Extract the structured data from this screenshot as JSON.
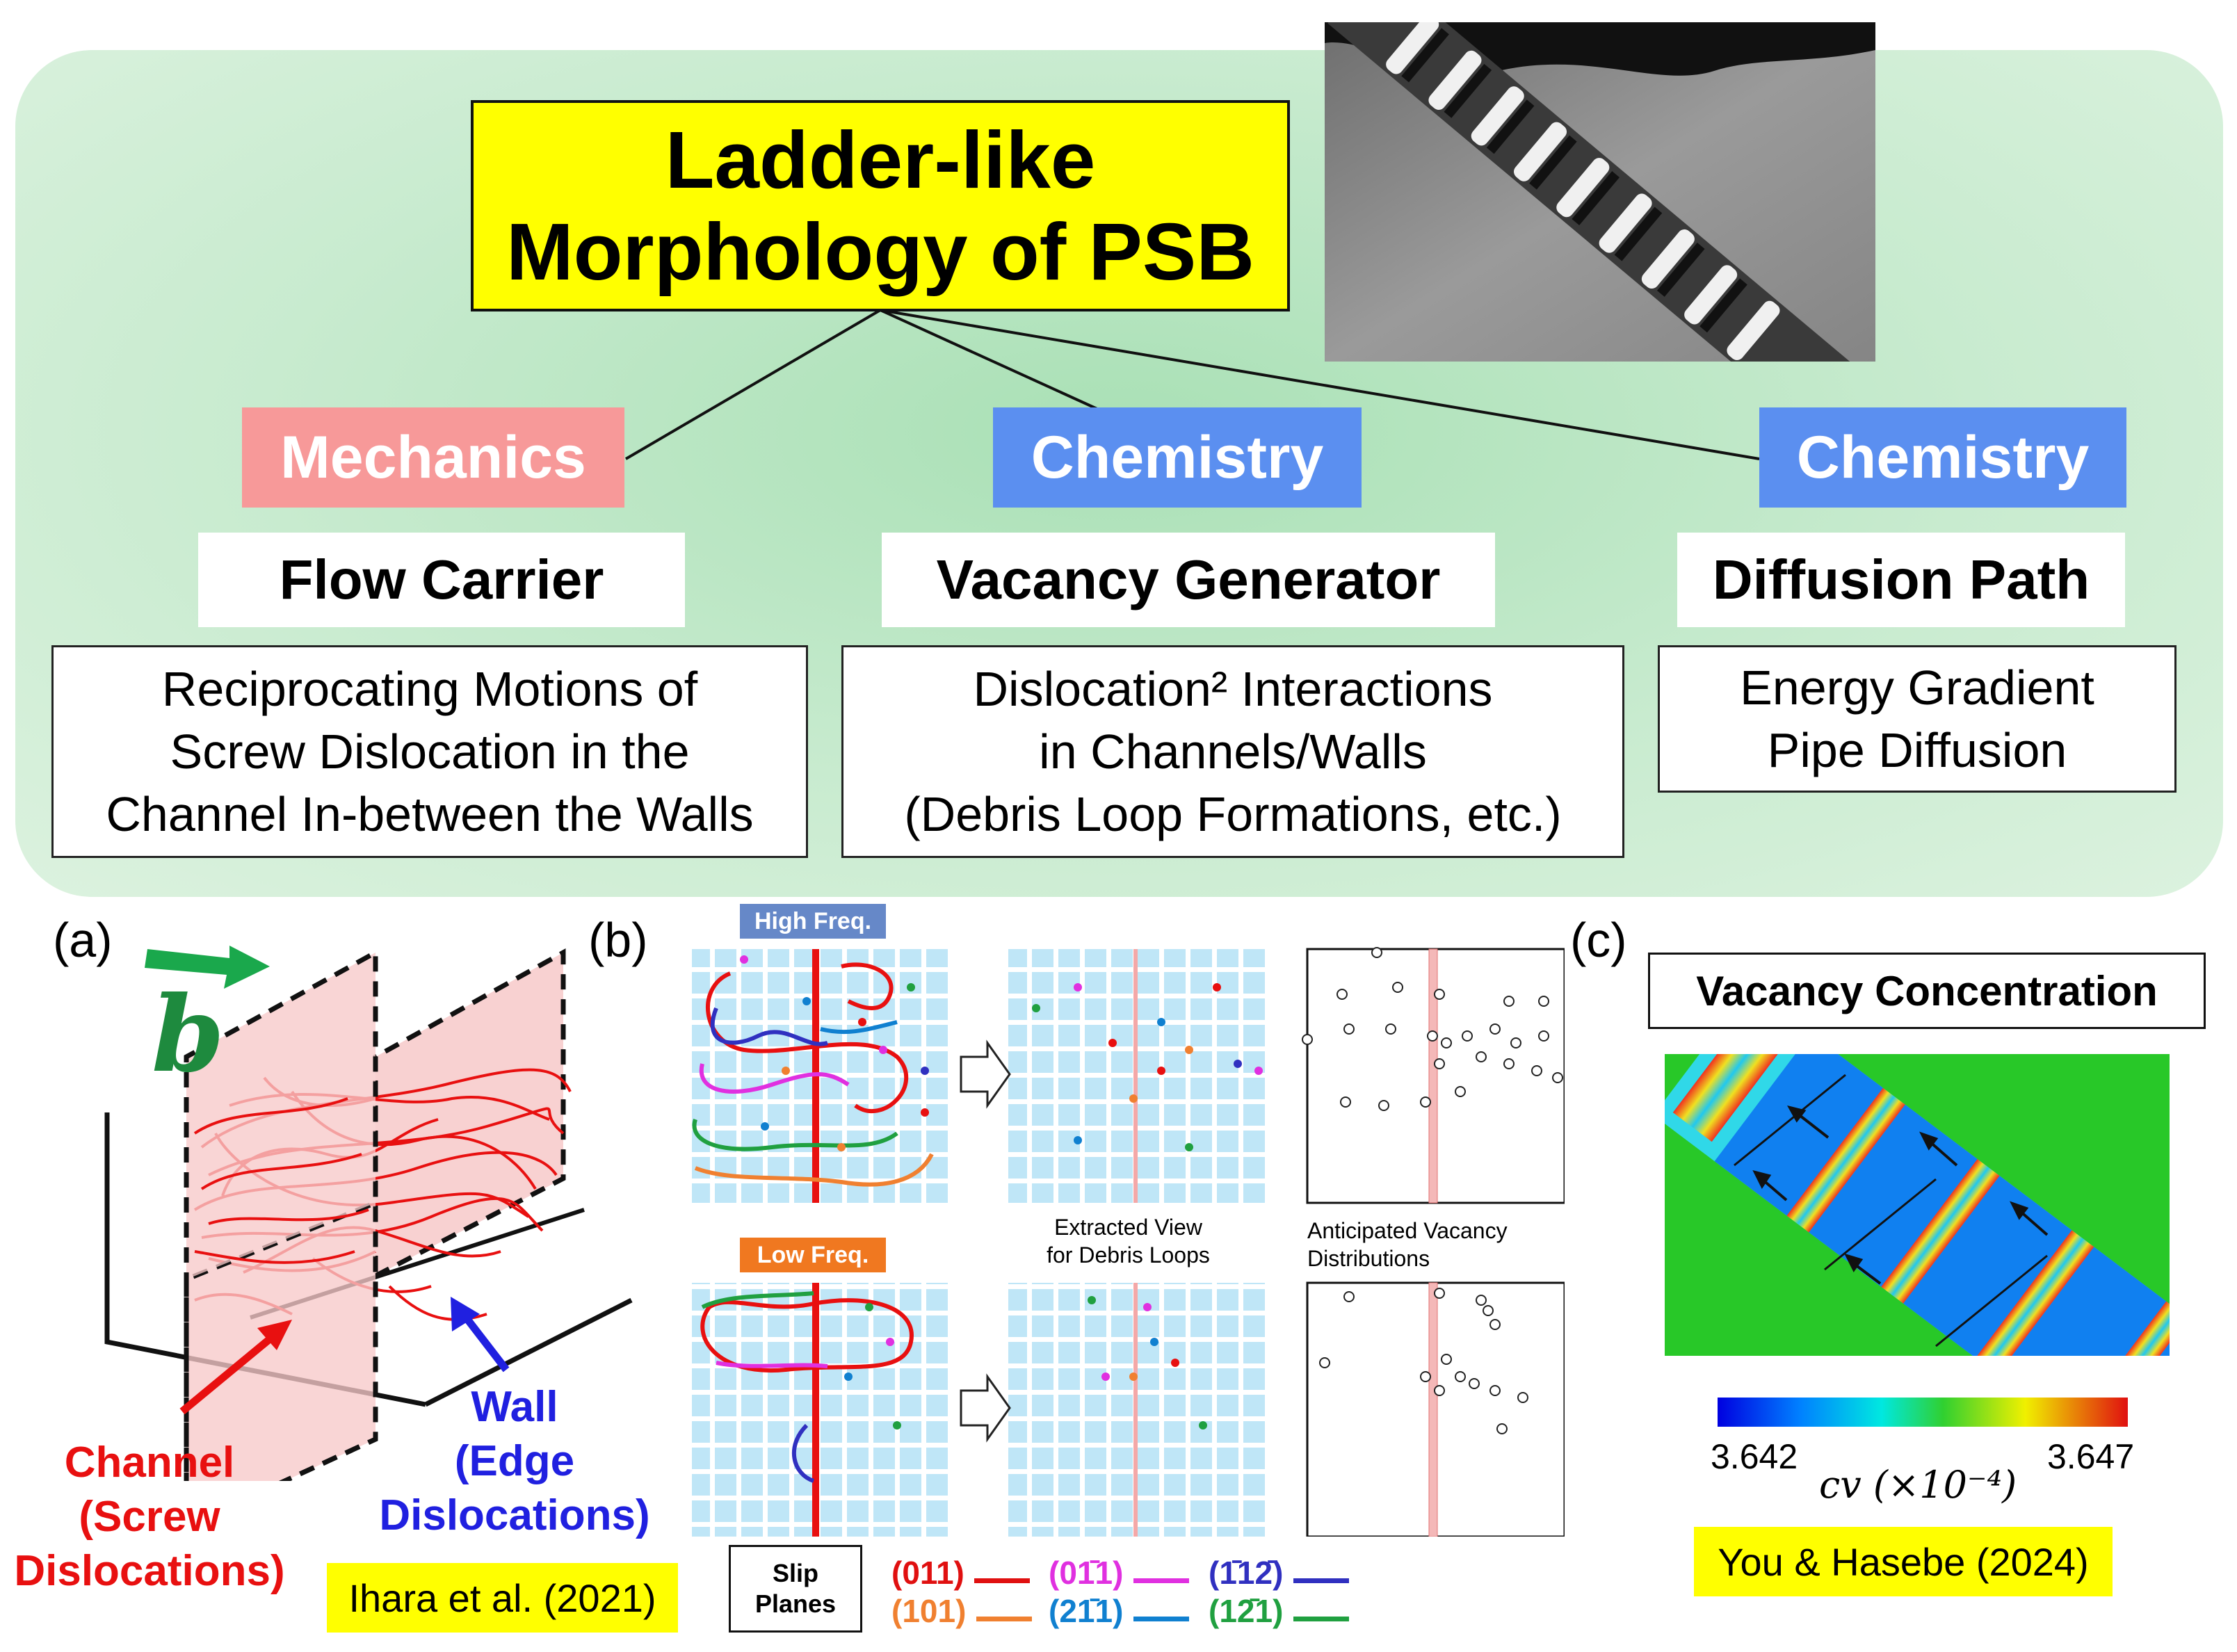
{
  "title": {
    "line1": "Ladder-like",
    "line2": "Morphology of PSB"
  },
  "categories": [
    {
      "label": "Mechanics",
      "color": "#f79999",
      "subtitle": "Flow Carrier",
      "desc": [
        "Reciprocating Motions of",
        "Screw Dislocation in the",
        "Channel In-between the Walls"
      ]
    },
    {
      "label": "Chemistry",
      "color": "#5b8ff0",
      "subtitle": "Vacancy Generator",
      "desc": [
        "Dislocation² Interactions",
        "in Channels/Walls",
        "(Debris Loop Formations, etc.)"
      ]
    },
    {
      "label": "Chemistry",
      "color": "#5b8ff0",
      "subtitle": "Diffusion Path",
      "desc": [
        "Energy Gradient",
        "Pipe Diffusion"
      ]
    }
  ],
  "panel_a": {
    "label": "(a)",
    "burgers": "b",
    "channel": [
      "Channel",
      "(Screw",
      "Dislocations)"
    ],
    "wall": [
      "Wall",
      "(Edge",
      "Dislocations)"
    ],
    "citation": "Ihara et al. (2021)"
  },
  "panel_b": {
    "label": "(b)",
    "high_freq": "High Freq.",
    "low_freq": "Low Freq.",
    "extracted": [
      "Extracted View",
      "for Debris Loops"
    ],
    "anticipated": [
      "Anticipated Vacancy",
      "Distributions"
    ],
    "slip_planes": [
      "Slip",
      "Planes"
    ],
    "legend": [
      {
        "plane": "(011)",
        "color": "#e01010"
      },
      {
        "plane": "(101)",
        "color": "#f08030"
      },
      {
        "plane": "(01̄1)",
        "color": "#e030e0"
      },
      {
        "plane": "(21̄1)",
        "color": "#1080d0"
      },
      {
        "plane": "(1̄12̄)",
        "color": "#3030c0"
      },
      {
        "plane": "(12̄1)",
        "color": "#20a040"
      }
    ]
  },
  "panel_c": {
    "label": "(c)",
    "title": "Vacancy Concentration",
    "min": "3.642",
    "max": "3.647",
    "axis": "cv (×10⁻⁴)",
    "citation": "You & Hasebe (2024)"
  },
  "colors": {
    "wall_fill": "#f7c9c9",
    "grid_cell": "#bfe6f7",
    "channel_red": "#e81010"
  }
}
